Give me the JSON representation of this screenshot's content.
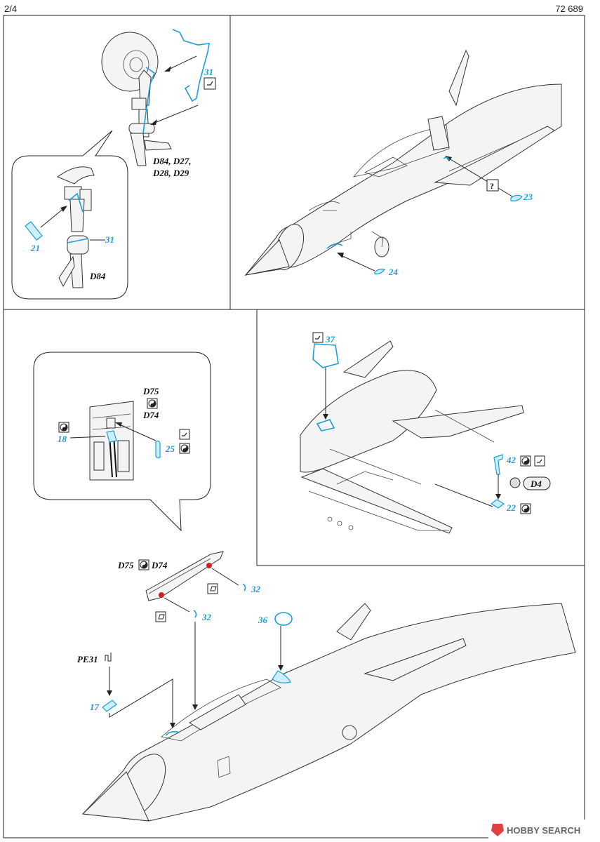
{
  "header": {
    "page_number": "2/4",
    "set_number": "72 689"
  },
  "panel_gear": {
    "label_31_top": "31",
    "codes_line1": "D84, D27,",
    "codes_line2": "D28, D29",
    "detail": {
      "label_21": "21",
      "label_31": "31",
      "code": "D84"
    }
  },
  "panel_cockpit": {
    "label_23": "23",
    "label_24": "24",
    "question_symbol": "?"
  },
  "panel_panel": {
    "codes_top1": "D75",
    "codes_top2": "D74",
    "label_18": "18",
    "label_25": "25"
  },
  "panel_wing": {
    "label_37": "37",
    "label_42": "42",
    "label_22": "22",
    "code_d4": "D4"
  },
  "panel_nose": {
    "codes_d75": "D75",
    "codes_d74": "D74",
    "label_32a": "32",
    "label_32b": "32",
    "label_36": "36",
    "label_pe31": "PE31",
    "label_17": "17"
  },
  "watermark": {
    "text": "HOBBY SEARCH"
  },
  "colors": {
    "etch_blue": "#1a9fd8",
    "marker_red": "#d42020"
  }
}
